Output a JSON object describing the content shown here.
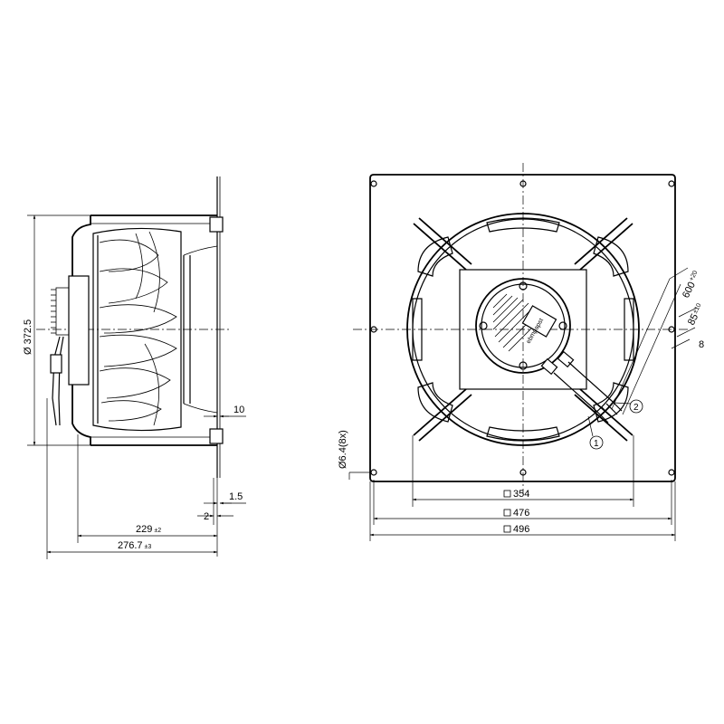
{
  "side_view": {
    "diameter_label": "Ø 372.5",
    "dim_10": "10",
    "dim_1_5": "1.5",
    "dim_2": "2",
    "dim_229": "229",
    "dim_229_tol": "±2",
    "dim_276": "276.7",
    "dim_276_tol": "±3"
  },
  "front_view": {
    "hole_label": "Ø6.4(8x)",
    "dim_354": "354",
    "dim_476": "476",
    "dim_496": "496",
    "cable_len": "600",
    "cable_len_tol": "+20",
    "strip_len": "85",
    "strip_len_tol": "±10",
    "dim_8": "8",
    "callout_1": "1",
    "callout_2": "2",
    "brand_mark": "ebmpapst"
  }
}
